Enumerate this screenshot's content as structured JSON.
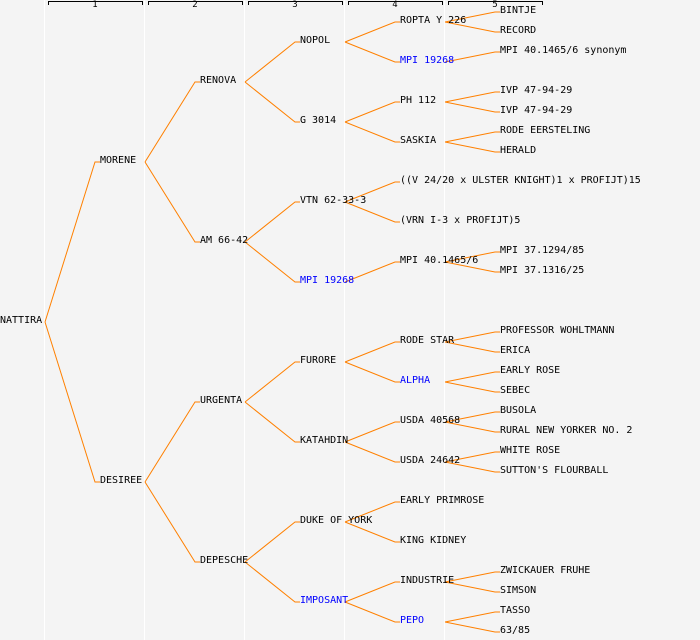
{
  "columns": [
    "1",
    "2",
    "3",
    "4",
    "5"
  ],
  "colors": {
    "line": "#ff8000",
    "text": "#000000",
    "highlight": "#0000ff",
    "background": "#f4f4f4"
  },
  "generations": [
    [
      {
        "name": "NATTIRA"
      }
    ],
    [
      {
        "name": "MORENE"
      },
      {
        "name": "DESIREE"
      }
    ],
    [
      {
        "name": "RENOVA"
      },
      {
        "name": "AM 66-42"
      },
      {
        "name": "URGENTA"
      },
      {
        "name": "DEPESCHE"
      }
    ],
    [
      {
        "name": "NOPOL"
      },
      {
        "name": "G 3014"
      },
      {
        "name": "VTN 62-33-3"
      },
      {
        "name": "MPI 19268",
        "highlighted": true
      },
      {
        "name": "FURORE"
      },
      {
        "name": "KATAHDIN"
      },
      {
        "name": "DUKE OF YORK"
      },
      {
        "name": "IMPOSANT",
        "highlighted": true
      }
    ],
    [
      {
        "name": "ROPTA Y 226"
      },
      {
        "name": "MPI 19268",
        "highlighted": true
      },
      {
        "name": "PH 112"
      },
      {
        "name": "SASKIA"
      },
      {
        "name": "((V 24/20 x ULSTER KNIGHT)1 x PROFIJT)15"
      },
      {
        "name": "(VRN I-3 x PROFIJT)5"
      },
      {
        "name": "MPI 40.1465/6"
      },
      null,
      {
        "name": "RODE STAR"
      },
      {
        "name": "ALPHA",
        "highlighted": true
      },
      {
        "name": "USDA 40568"
      },
      {
        "name": "USDA 24642"
      },
      {
        "name": "EARLY PRIMROSE"
      },
      {
        "name": "KING KIDNEY"
      },
      {
        "name": "INDUSTRIE"
      },
      {
        "name": "PEPO",
        "highlighted": true
      }
    ],
    [
      {
        "name": "BINTJE"
      },
      {
        "name": "RECORD"
      },
      {
        "name": "MPI 40.1465/6 synonym"
      },
      null,
      {
        "name": "IVP 47-94-29"
      },
      {
        "name": "IVP 47-94-29"
      },
      {
        "name": "RODE EERSTELING"
      },
      {
        "name": "HERALD"
      },
      null,
      null,
      null,
      null,
      {
        "name": "MPI 37.1294/85"
      },
      {
        "name": "MPI 37.1316/25"
      },
      null,
      null,
      {
        "name": "PROFESSOR WOHLTMANN"
      },
      {
        "name": "ERICA"
      },
      {
        "name": "EARLY ROSE"
      },
      {
        "name": "SEBEC"
      },
      {
        "name": "BUSOLA"
      },
      {
        "name": "RURAL NEW YORKER NO. 2"
      },
      {
        "name": "WHITE ROSE"
      },
      {
        "name": "SUTTON'S FLOURBALL"
      },
      null,
      null,
      null,
      null,
      {
        "name": "ZWICKAUER FRUHE"
      },
      {
        "name": "SIMSON"
      },
      {
        "name": "TASSO"
      },
      {
        "name": "63/85"
      }
    ]
  ]
}
